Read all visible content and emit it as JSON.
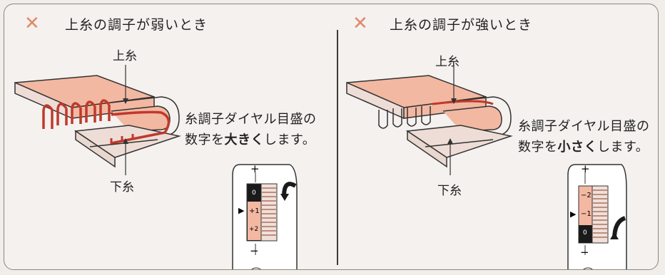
{
  "left": {
    "title": "上糸の調子が弱いとき",
    "mark": "✕",
    "upper_thread": "上糸",
    "lower_thread": "下糸",
    "desc_line1": "糸調子ダイヤル目盛の",
    "desc_pre": "数字を",
    "desc_bold": "大きく",
    "desc_post": "します。",
    "dial": {
      "plus": "+",
      "minus": "−",
      "values": [
        "0",
        "+1",
        "+2"
      ],
      "pointer": "▶"
    }
  },
  "right": {
    "title": "上糸の調子が強いとき",
    "mark": "✕",
    "upper_thread": "上糸",
    "lower_thread": "下糸",
    "desc_line1": "糸調子ダイヤル目盛の",
    "desc_pre": "数字を",
    "desc_bold": "小さく",
    "desc_post": "します。",
    "dial": {
      "plus": "+",
      "minus": "−",
      "values": [
        "−2",
        "−1",
        "0"
      ],
      "pointer": "▶"
    }
  },
  "colors": {
    "fabric": "#f3b8a2",
    "thread": "#c0392b",
    "mark": "#e08a6c",
    "frame": "#8a8682"
  }
}
